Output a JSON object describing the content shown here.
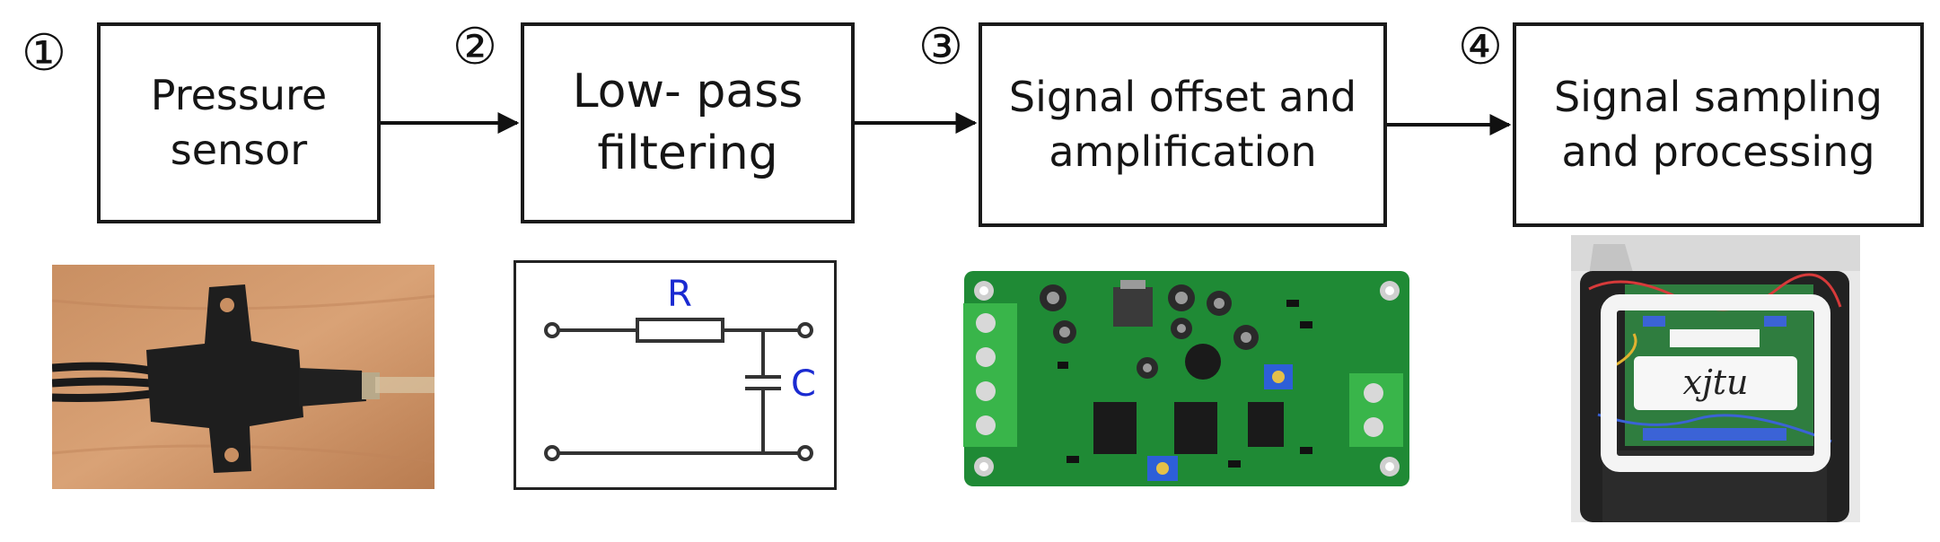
{
  "steps": [
    {
      "number": "①",
      "label": "Pressure\nsensor"
    },
    {
      "number": "②",
      "label": "Low- pass\nfiltering"
    },
    {
      "number": "③",
      "label": "Signal offset and\namplification"
    },
    {
      "number": "④",
      "label": "Signal sampling\nand processing"
    }
  ],
  "circuit": {
    "resistor_label": "R",
    "capacitor_label": "C"
  },
  "photo_text": {
    "board_label": "xjtu"
  },
  "colors": {
    "box_border": "#1a1a1a",
    "circuit_text": "#1a2ad1",
    "pcb_green": "#1f8a35",
    "terminal_green": "#39b54a"
  }
}
